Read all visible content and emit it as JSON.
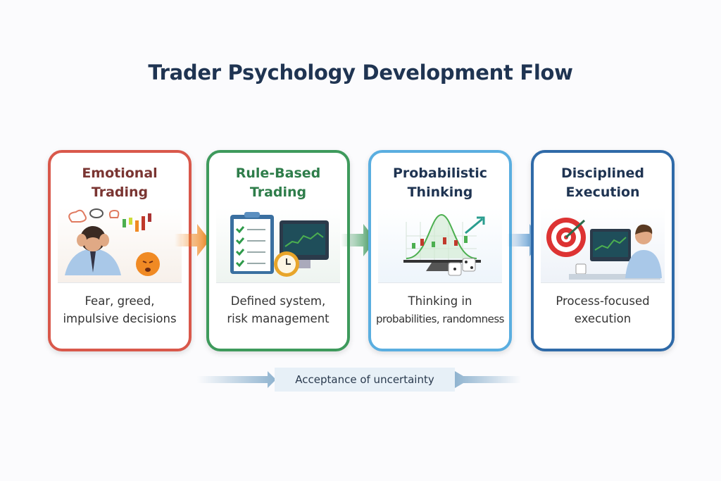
{
  "title": "Trader Psychology Development Flow",
  "stages": [
    {
      "heading_line1": "Emotional",
      "heading_line2": "Trading",
      "desc_line1": "Fear, greed,",
      "desc_line2": "impulsive decisions",
      "color": "#d9584b"
    },
    {
      "heading_line1": "Rule-Based",
      "heading_line2": "Trading",
      "desc_line1": "Defined system,",
      "desc_line2": "risk management",
      "color": "#3e9a5c"
    },
    {
      "heading_line1": "Probabilistic",
      "heading_line2": "Thinking",
      "desc_line1": "Thinking in",
      "desc_line2": "probabilities, randomness",
      "color": "#5aaee0"
    },
    {
      "heading_line1": "Disciplined",
      "heading_line2": "Execution",
      "desc_line1": "Process-focused",
      "desc_line2": "execution",
      "color": "#2f6aa8"
    }
  ],
  "footer_label": "Acceptance of uncertainty"
}
